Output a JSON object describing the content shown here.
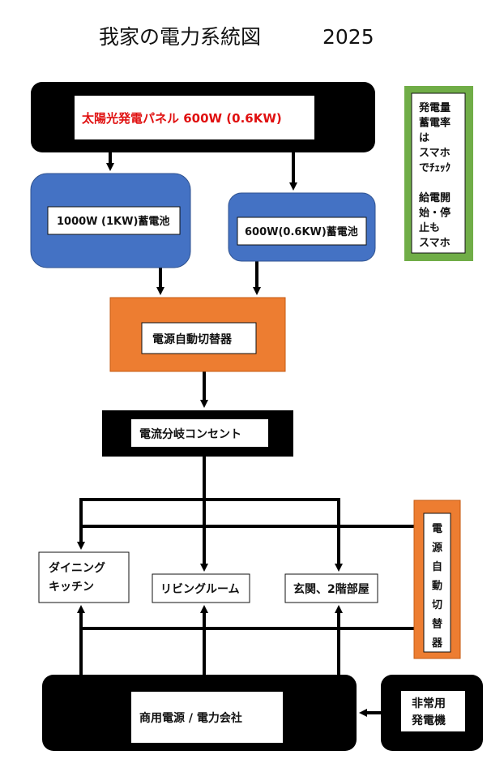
{
  "title": {
    "text": "我家の電力系統図",
    "year": "2025"
  },
  "colors": {
    "black_box": "#000000",
    "battery_blue": "#4472c4",
    "switch_orange": "#ed7d31",
    "note_green": "#70ad47",
    "solar_text_red": "#e01010"
  },
  "nodes": {
    "solar_panel": {
      "label": "太陽光発電パネル 600W (0.6KW)"
    },
    "battery_1": {
      "label": "1000W (1KW)蓄電池"
    },
    "battery_2": {
      "label": "600W(0.6KW)蓄電池"
    },
    "auto_switch": {
      "label": "電源自動切替器"
    },
    "distribution": {
      "label": "電流分岐コンセント"
    },
    "room_dining": {
      "line1": "ダイニング",
      "line2": "キッチン"
    },
    "room_living": {
      "label": "リビングルーム"
    },
    "room_entrance": {
      "label": "玄関、2階部屋"
    },
    "auto_switch_vertical": {
      "chars": [
        "電",
        "源",
        "自",
        "動",
        "切",
        "替",
        "器"
      ]
    },
    "commercial_power": {
      "label": "商用電源 / 電力会社"
    },
    "generator": {
      "line1": "非常用",
      "line2": "発電機"
    }
  },
  "note": {
    "lines": [
      "発電量",
      "蓄電率",
      "は",
      "スマホ",
      "でﾁｪｯｸ",
      "",
      "給電開",
      "始・停",
      "止も",
      "スマホ"
    ]
  }
}
